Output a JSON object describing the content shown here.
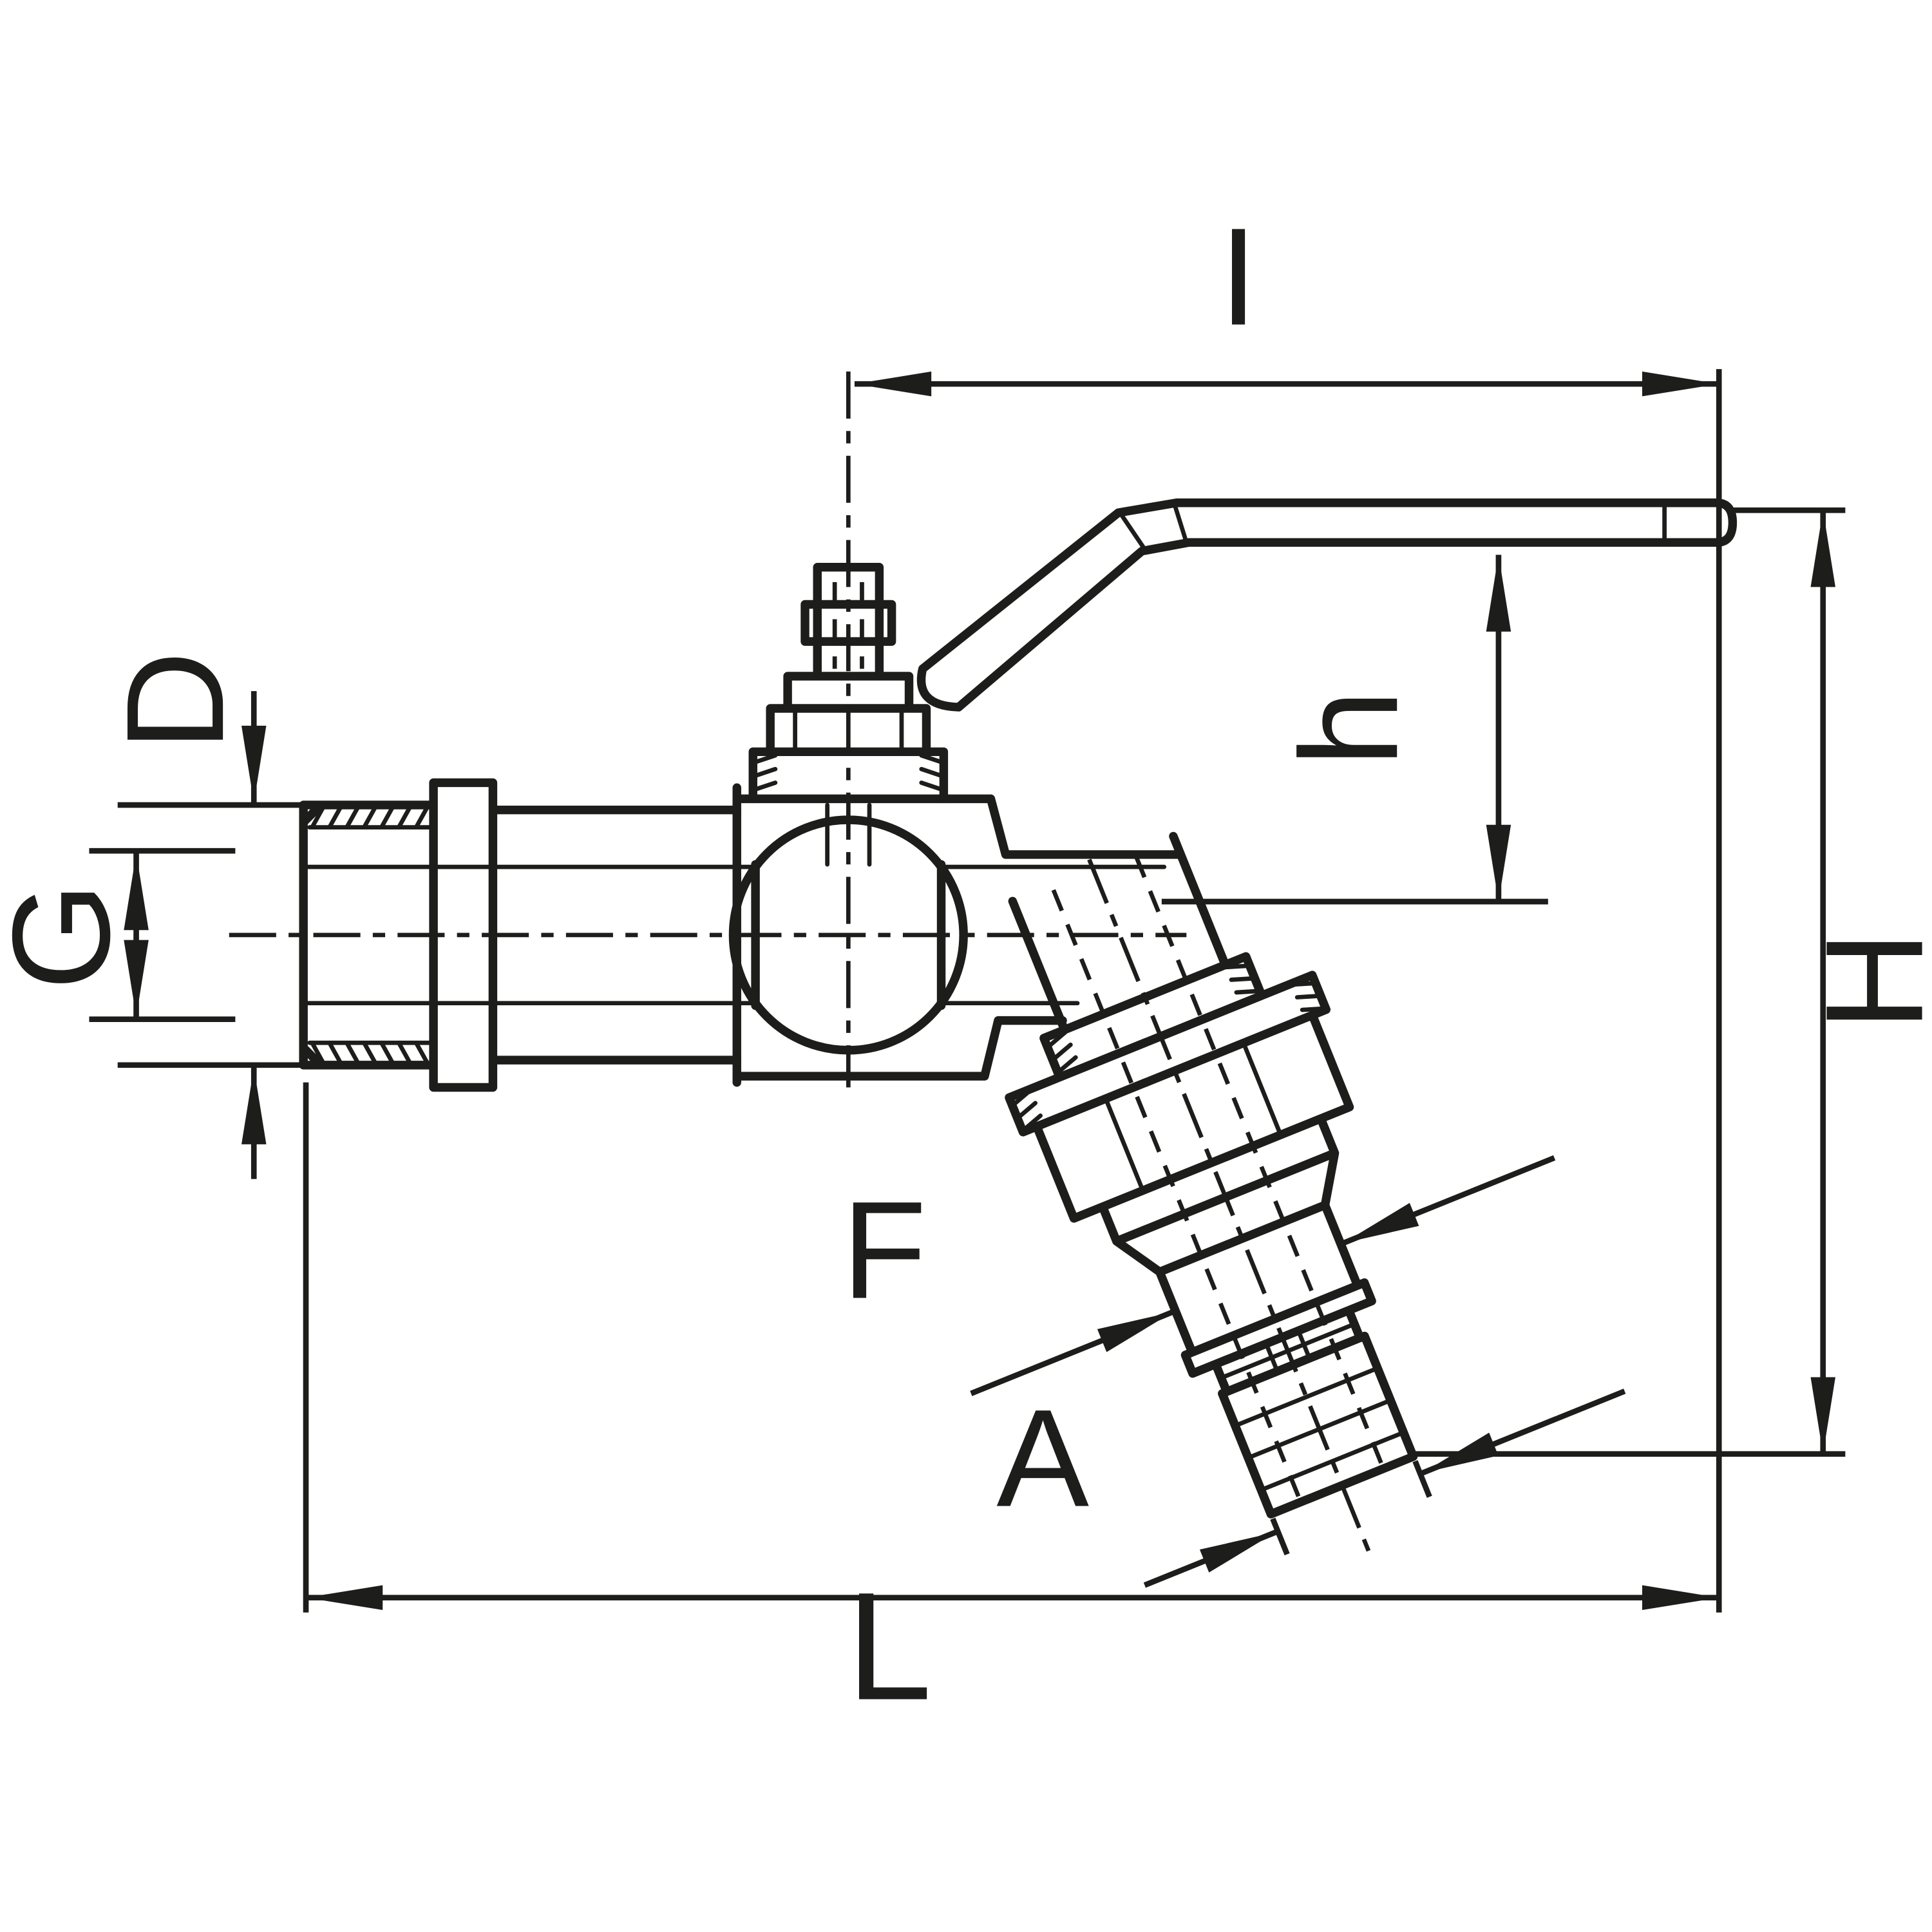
{
  "drawing": {
    "kind": "Dimensioned cross-section technical drawing of an angled bibcock ball valve with lever handle and hose union outlet",
    "line_color": "#1d1d1b",
    "background_color": "#ffffff",
    "labels": {
      "I": "I",
      "h": "h",
      "H": "H",
      "L": "L",
      "D": "D",
      "G": "G",
      "F": "F",
      "A": "A"
    }
  }
}
